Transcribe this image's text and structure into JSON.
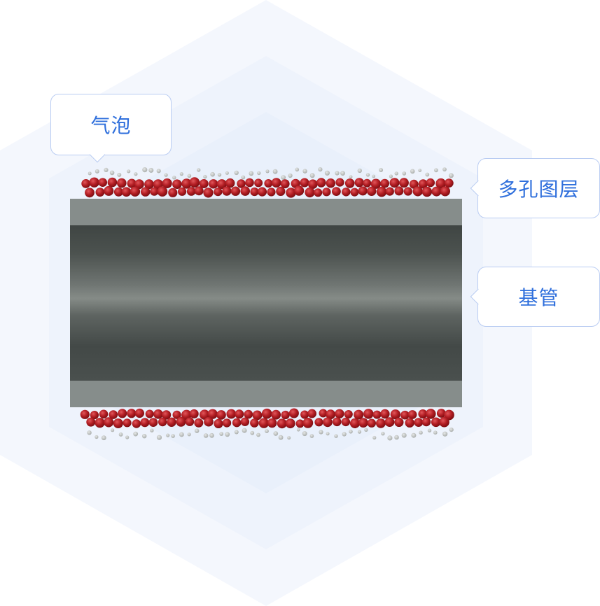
{
  "diagram": {
    "labels": {
      "bubbles": "气泡",
      "porous_layer": "多孔图层",
      "substrate_tube": "基管"
    },
    "colors": {
      "label_text": "#2f6fdc",
      "callout_border": "#b9ccf2",
      "hex_background": "#eef3fc",
      "tube_band": "#858c8a",
      "tube_dark": "#444a48",
      "tube_mid": "#7f8581",
      "particle_red": "#b31e24",
      "bubble_grey": "#bfc3c1"
    }
  }
}
